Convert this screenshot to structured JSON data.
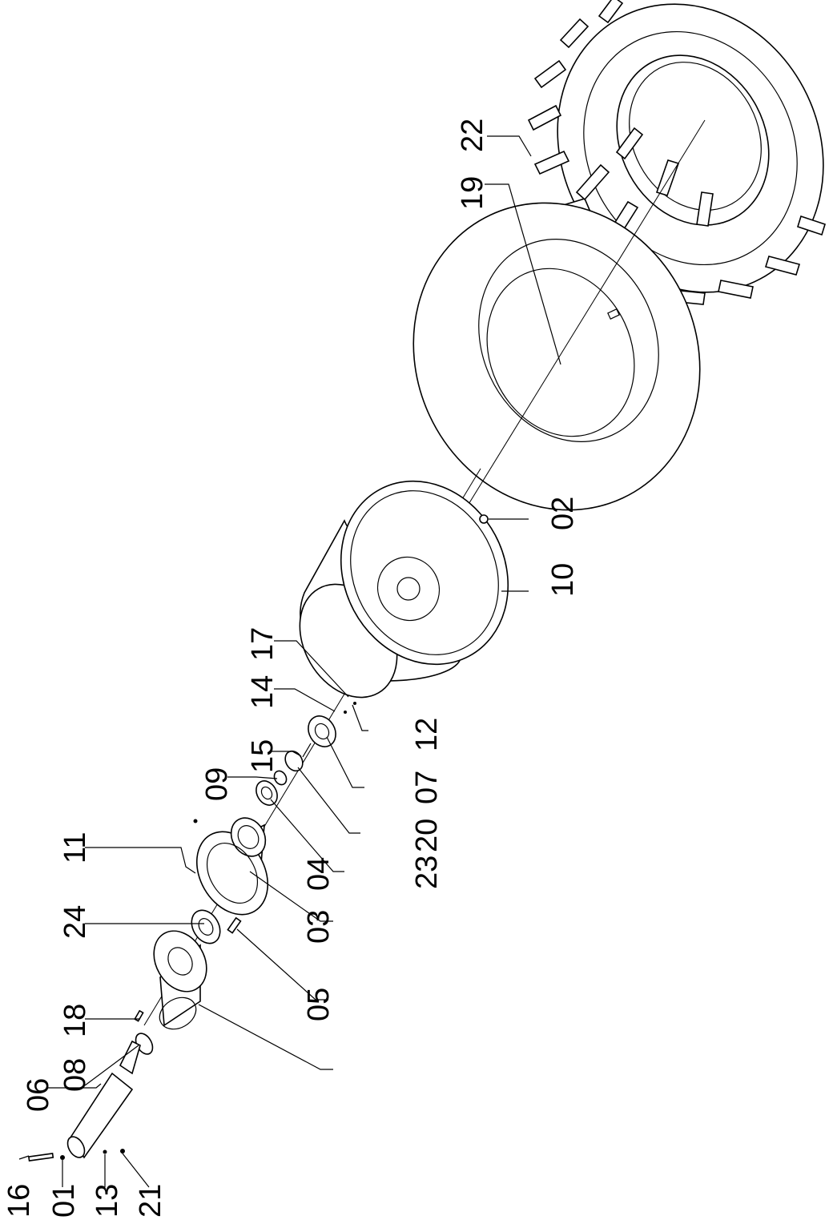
{
  "diagram": {
    "labels": {
      "p01": "01",
      "p02": "02",
      "p03": "03",
      "p04": "04",
      "p05": "05",
      "p06": "06",
      "p07": "07",
      "p08": "08",
      "p09": "09",
      "p10": "10",
      "p11": "11",
      "p12": "12",
      "p13": "13",
      "p14": "14",
      "p15": "15",
      "p16": "16",
      "p17": "17",
      "p18": "18",
      "p19": "19",
      "p20": "20",
      "p21": "21",
      "p22": "22",
      "p23": "23",
      "p24": "24"
    }
  }
}
